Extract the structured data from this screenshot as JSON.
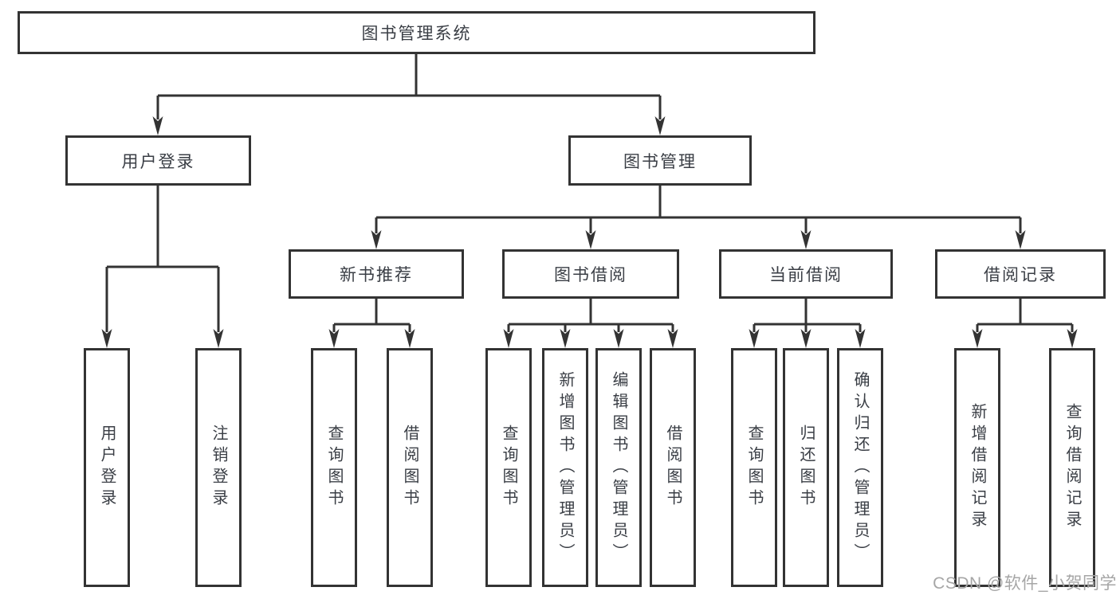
{
  "diagram": {
    "root_label": "图书管理系统",
    "branches": [
      {
        "label": "用户登录",
        "children": [
          "用户登录",
          "注销登录"
        ]
      },
      {
        "label": "图书管理",
        "sections": [
          {
            "label": "新书推荐",
            "children": [
              "查询图书",
              "借阅图书"
            ]
          },
          {
            "label": "图书借阅",
            "children": [
              "查询图书",
              "新增图书（管理员）",
              "编辑图书（管理员）",
              "借阅图书"
            ]
          },
          {
            "label": "当前借阅",
            "children": [
              "查询图书",
              "归还图书",
              "确认归还（管理员）"
            ]
          },
          {
            "label": "借阅记录",
            "children": [
              "新增借阅记录",
              "查询借阅记录"
            ]
          }
        ]
      }
    ]
  },
  "watermark": {
    "text": "CSDN @软件_小贺同学"
  },
  "colors": {
    "line": "#333333",
    "text": "#3a3e45",
    "watermark": "#a6a6a6",
    "background": "#ffffff"
  }
}
